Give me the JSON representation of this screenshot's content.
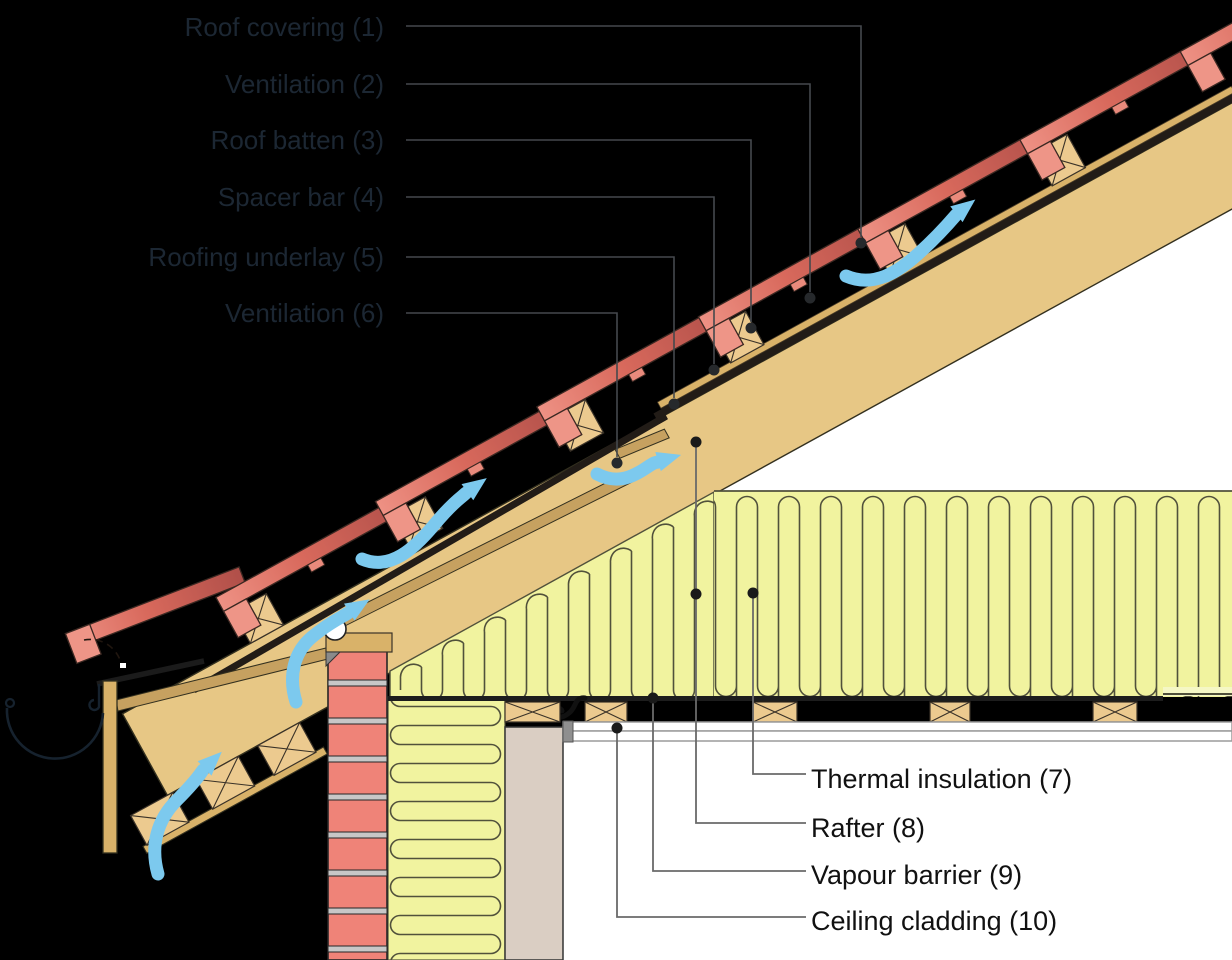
{
  "diagram": {
    "type": "roof-construction-cross-section",
    "callouts_top": [
      {
        "label": "Roof covering (1)"
      },
      {
        "label": "Ventilation (2)"
      },
      {
        "label": "Roof batten (3)"
      },
      {
        "label": "Spacer bar (4)"
      },
      {
        "label": "Roofing underlay (5)"
      },
      {
        "label": "Ventilation (6)"
      }
    ],
    "callouts_bottom": [
      {
        "label": "Thermal insulation (7)"
      },
      {
        "label": "Rafter (8)"
      },
      {
        "label": "Vapour barrier (9)"
      },
      {
        "label": "Ceiling cladding (10)"
      }
    ],
    "colors": {
      "background": "#000000",
      "paper_white": "#ffffff",
      "tile_red_light": "#ee9184",
      "tile_red_dark": "#b04f49",
      "rafter_tan": "#e7c785",
      "batten_tan": "#ecca8f",
      "board_tan": "#c6a160",
      "spacer_tan": "#d9b269",
      "insulation_yellow": "#f1f39f",
      "brick_salmon": "#ef8378",
      "mortar_grey": "#c7c7c7",
      "inner_wall_beige": "#dacec3",
      "underlay_black": "#221c17",
      "airflow_arrow_blue": "#7cc9ee",
      "label_top_text": "#1c2733",
      "label_bottom_text": "#111111"
    }
  }
}
